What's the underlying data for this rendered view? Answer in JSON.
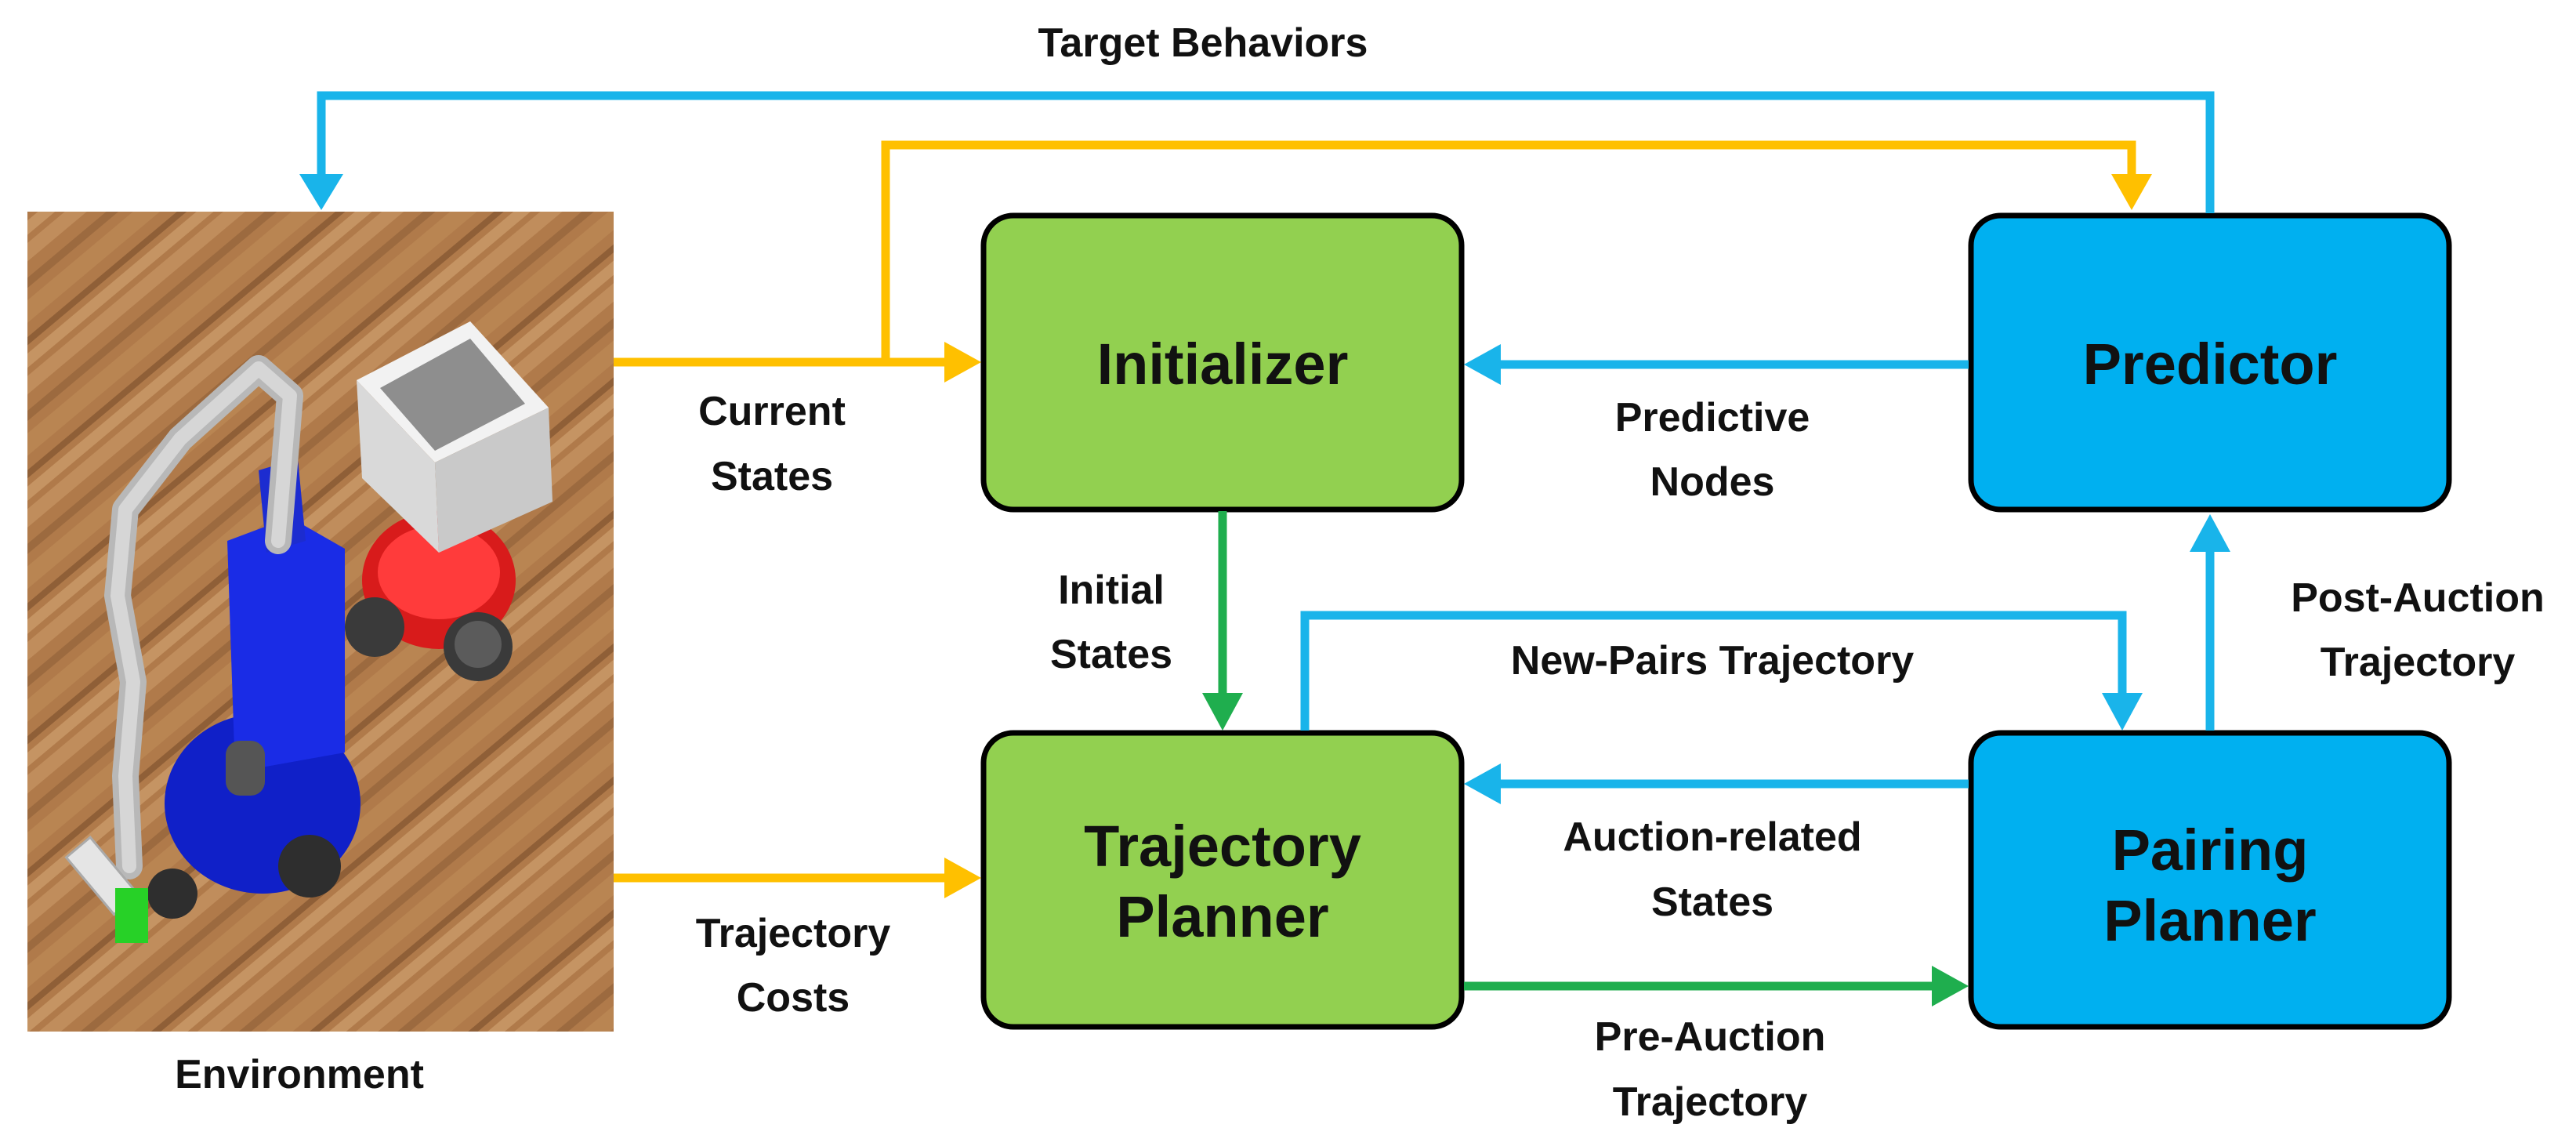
{
  "colors": {
    "green_block": "#92d050",
    "blue_block": "#00b0f0",
    "orange_arrow": "#ffc000",
    "blue_arrow": "#19b4ea",
    "green_arrow": "#1fae4e",
    "block_border": "#000000"
  },
  "blocks": {
    "initializer": "Initializer",
    "predictor": "Predictor",
    "trajectory_planner": [
      "Trajectory",
      "Planner"
    ],
    "pairing_planner": [
      "Pairing",
      "Planner"
    ]
  },
  "environment": {
    "label": "Environment"
  },
  "labels": {
    "target_behaviors": "Target Behaviors",
    "current_states": [
      "Current",
      "States"
    ],
    "trajectory_costs": [
      "Trajectory",
      "Costs"
    ],
    "predictive_nodes": [
      "Predictive",
      "Nodes"
    ],
    "initial_states": [
      "Initial",
      "States"
    ],
    "new_pairs_trajectory": "New-Pairs Trajectory",
    "post_auction_trajectory": [
      "Post-Auction",
      "Trajectory"
    ],
    "auction_related_states": [
      "Auction-related",
      "States"
    ],
    "pre_auction_trajectory": [
      "Pre-Auction",
      "Trajectory"
    ]
  }
}
